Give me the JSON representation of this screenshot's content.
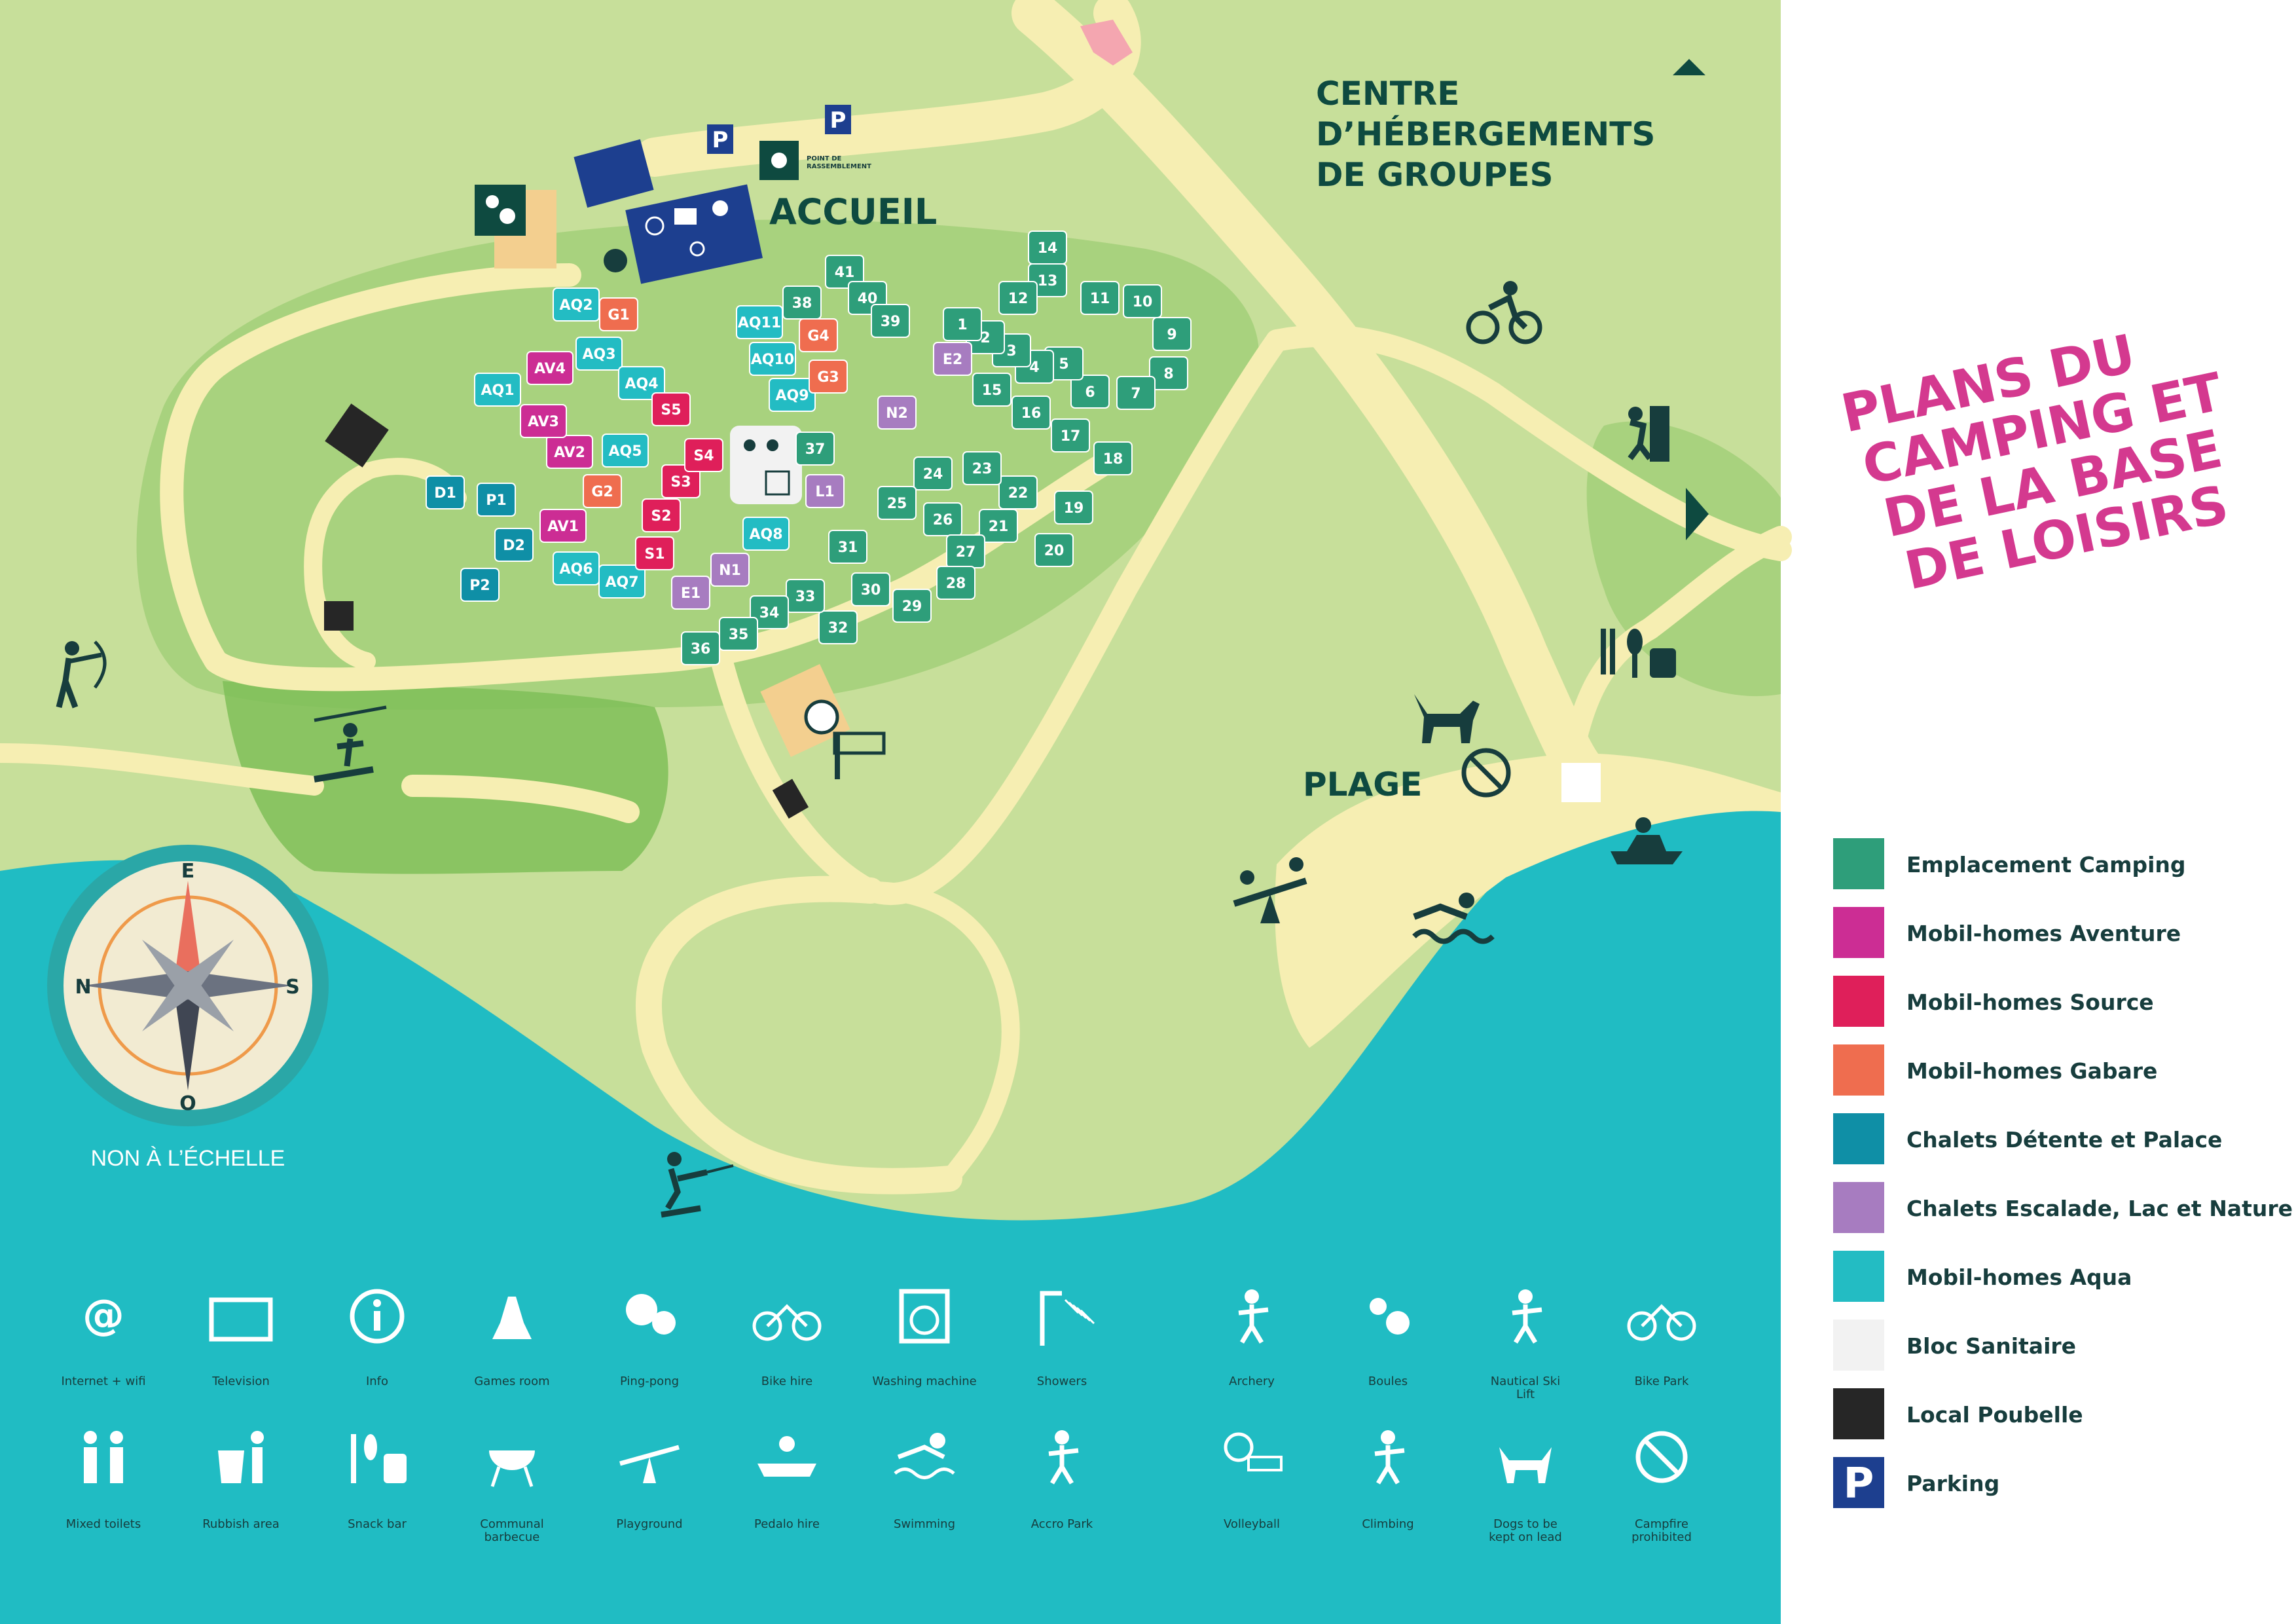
{
  "title_lines": [
    "PLANS DU",
    "CAMPING ET",
    "DE LA BASE",
    "DE LOISIRS"
  ],
  "labels": {
    "accueil": "ACCUEIL",
    "centre": [
      "CENTRE",
      "D’HÉBERGEMENTS",
      "DE GROUPES"
    ],
    "plage": "PLAGE",
    "scale_note": "NON À L’ÉCHELLE",
    "assembly_point": [
      "POINT DE",
      "RASSEMBLEMENT"
    ]
  },
  "compass": {
    "north": "E",
    "east": "S",
    "south": "O",
    "west": "N"
  },
  "parking_letter": "P",
  "legend": [
    {
      "label": "Emplacement Camping",
      "color": "#2e9e7a"
    },
    {
      "label": "Mobil-homes Aventure",
      "color": "#cc2d94"
    },
    {
      "label": "Mobil-homes Source",
      "color": "#df1f5a"
    },
    {
      "label": "Mobil-homes Gabare",
      "color": "#ef6d4f"
    },
    {
      "label": "Chalets Détente et Palace",
      "color": "#0f8fa6"
    },
    {
      "label": "Chalets Escalade, Lac et Nature",
      "color": "#a77cc0"
    },
    {
      "label": "Mobil-homes Aqua",
      "color": "#23bcc3"
    },
    {
      "label": "Bloc Sanitaire",
      "color": "#f2f2f2"
    },
    {
      "label": "Local Poubelle",
      "color": "#262626"
    },
    {
      "label": "Parking",
      "color": "#1d3f8f"
    }
  ],
  "icons_row1": [
    {
      "label": "Internet + wifi",
      "icon": "wifi-icon"
    },
    {
      "label": "Television",
      "icon": "tv-icon"
    },
    {
      "label": "Info",
      "icon": "info-icon"
    },
    {
      "label": "Games room",
      "icon": "chess-icon"
    },
    {
      "label": "Ping-pong",
      "icon": "ping-pong-icon"
    },
    {
      "label": "Bike hire",
      "icon": "bike-icon"
    },
    {
      "label": "Washing machine",
      "icon": "washing-machine-icon"
    },
    {
      "label": "Showers",
      "icon": "shower-icon"
    },
    {
      "label": "Archery",
      "icon": "archery-icon"
    },
    {
      "label": "Boules",
      "icon": "boules-icon"
    },
    {
      "label": "Nautical Ski Lift",
      "icon": "wakeboard-icon"
    },
    {
      "label": "Bike Park",
      "icon": "cyclist-icon"
    }
  ],
  "icons_row2": [
    {
      "label": "Mixed toilets",
      "icon": "toilets-icon"
    },
    {
      "label": "Rubbish area",
      "icon": "rubbish-icon"
    },
    {
      "label": "Snack bar",
      "icon": "snack-bar-icon"
    },
    {
      "label": "Communal barbecue",
      "icon": "barbecue-icon"
    },
    {
      "label": "Playground",
      "icon": "seesaw-icon"
    },
    {
      "label": "Pedalo hire",
      "icon": "pedalo-icon"
    },
    {
      "label": "Swimming",
      "icon": "swimming-icon"
    },
    {
      "label": "Accro Park",
      "icon": "zipline-icon"
    },
    {
      "label": "Volleyball",
      "icon": "volleyball-icon"
    },
    {
      "label": "Climbing",
      "icon": "climbing-icon"
    },
    {
      "label": "Dogs to be kept on lead",
      "icon": "dog-icon"
    },
    {
      "label": "Campfire prohibited",
      "icon": "no-fire-icon"
    }
  ],
  "plots": [
    {
      "id": "41",
      "type": "camping"
    },
    {
      "id": "40",
      "type": "camping"
    },
    {
      "id": "39",
      "type": "camping"
    },
    {
      "id": "38",
      "type": "camping"
    },
    {
      "id": "14",
      "type": "camping"
    },
    {
      "id": "13",
      "type": "camping"
    },
    {
      "id": "12",
      "type": "camping"
    },
    {
      "id": "11",
      "type": "camping"
    },
    {
      "id": "10",
      "type": "camping"
    },
    {
      "id": "9",
      "type": "camping"
    },
    {
      "id": "8",
      "type": "camping"
    },
    {
      "id": "7",
      "type": "camping"
    },
    {
      "id": "6",
      "type": "camping"
    },
    {
      "id": "5",
      "type": "camping"
    },
    {
      "id": "4",
      "type": "camping"
    },
    {
      "id": "3",
      "type": "camping"
    },
    {
      "id": "2",
      "type": "camping"
    },
    {
      "id": "1",
      "type": "camping"
    },
    {
      "id": "15",
      "type": "camping"
    },
    {
      "id": "16",
      "type": "camping"
    },
    {
      "id": "17",
      "type": "camping"
    },
    {
      "id": "18",
      "type": "camping"
    },
    {
      "id": "19",
      "type": "camping"
    },
    {
      "id": "20",
      "type": "camping"
    },
    {
      "id": "21",
      "type": "camping"
    },
    {
      "id": "22",
      "type": "camping"
    },
    {
      "id": "23",
      "type": "camping"
    },
    {
      "id": "24",
      "type": "camping"
    },
    {
      "id": "25",
      "type": "camping"
    },
    {
      "id": "26",
      "type": "camping"
    },
    {
      "id": "27",
      "type": "camping"
    },
    {
      "id": "28",
      "type": "camping"
    },
    {
      "id": "29",
      "type": "camping"
    },
    {
      "id": "30",
      "type": "camping"
    },
    {
      "id": "31",
      "type": "camping"
    },
    {
      "id": "32",
      "type": "camping"
    },
    {
      "id": "33",
      "type": "camping"
    },
    {
      "id": "34",
      "type": "camping"
    },
    {
      "id": "35",
      "type": "camping"
    },
    {
      "id": "36",
      "type": "camping"
    },
    {
      "id": "37",
      "type": "camping"
    },
    {
      "id": "AQ1",
      "type": "aqua"
    },
    {
      "id": "AQ2",
      "type": "aqua"
    },
    {
      "id": "AQ3",
      "type": "aqua"
    },
    {
      "id": "AQ4",
      "type": "aqua"
    },
    {
      "id": "AQ5",
      "type": "aqua"
    },
    {
      "id": "AQ6",
      "type": "aqua"
    },
    {
      "id": "AQ7",
      "type": "aqua"
    },
    {
      "id": "AQ8",
      "type": "aqua"
    },
    {
      "id": "AQ9",
      "type": "aqua"
    },
    {
      "id": "AQ10",
      "type": "aqua"
    },
    {
      "id": "AQ11",
      "type": "aqua"
    },
    {
      "id": "AV1",
      "type": "aventure"
    },
    {
      "id": "AV2",
      "type": "aventure"
    },
    {
      "id": "AV3",
      "type": "aventure"
    },
    {
      "id": "AV4",
      "type": "aventure"
    },
    {
      "id": "S1",
      "type": "source"
    },
    {
      "id": "S2",
      "type": "source"
    },
    {
      "id": "S3",
      "type": "source"
    },
    {
      "id": "S4",
      "type": "source"
    },
    {
      "id": "S5",
      "type": "source"
    },
    {
      "id": "G1",
      "type": "gabare"
    },
    {
      "id": "G2",
      "type": "gabare"
    },
    {
      "id": "G3",
      "type": "gabare"
    },
    {
      "id": "G4",
      "type": "gabare"
    },
    {
      "id": "D1",
      "type": "detente"
    },
    {
      "id": "D2",
      "type": "detente"
    },
    {
      "id": "P1",
      "type": "detente"
    },
    {
      "id": "P2",
      "type": "detente"
    },
    {
      "id": "E1",
      "type": "escalade"
    },
    {
      "id": "E2",
      "type": "escalade"
    },
    {
      "id": "N1",
      "type": "escalade"
    },
    {
      "id": "N2",
      "type": "escalade"
    },
    {
      "id": "L1",
      "type": "escalade"
    }
  ],
  "type_colors": {
    "camping": "#2e9e7a",
    "aqua": "#23bcc3",
    "aventure": "#cc2d94",
    "source": "#df1f5a",
    "gabare": "#ef6d4f",
    "detente": "#0f8fa6",
    "escalade": "#a77cc0"
  },
  "colors": {
    "water": "#20bcc3",
    "grass_light": "#c7df9a",
    "grass_mid": "#a8d27e",
    "grass_dark": "#7fbf58",
    "path": "#f6eeb2",
    "title_pink": "#d4398f",
    "navy": "#0e4a40",
    "parking_blue": "#1d3f8f"
  }
}
